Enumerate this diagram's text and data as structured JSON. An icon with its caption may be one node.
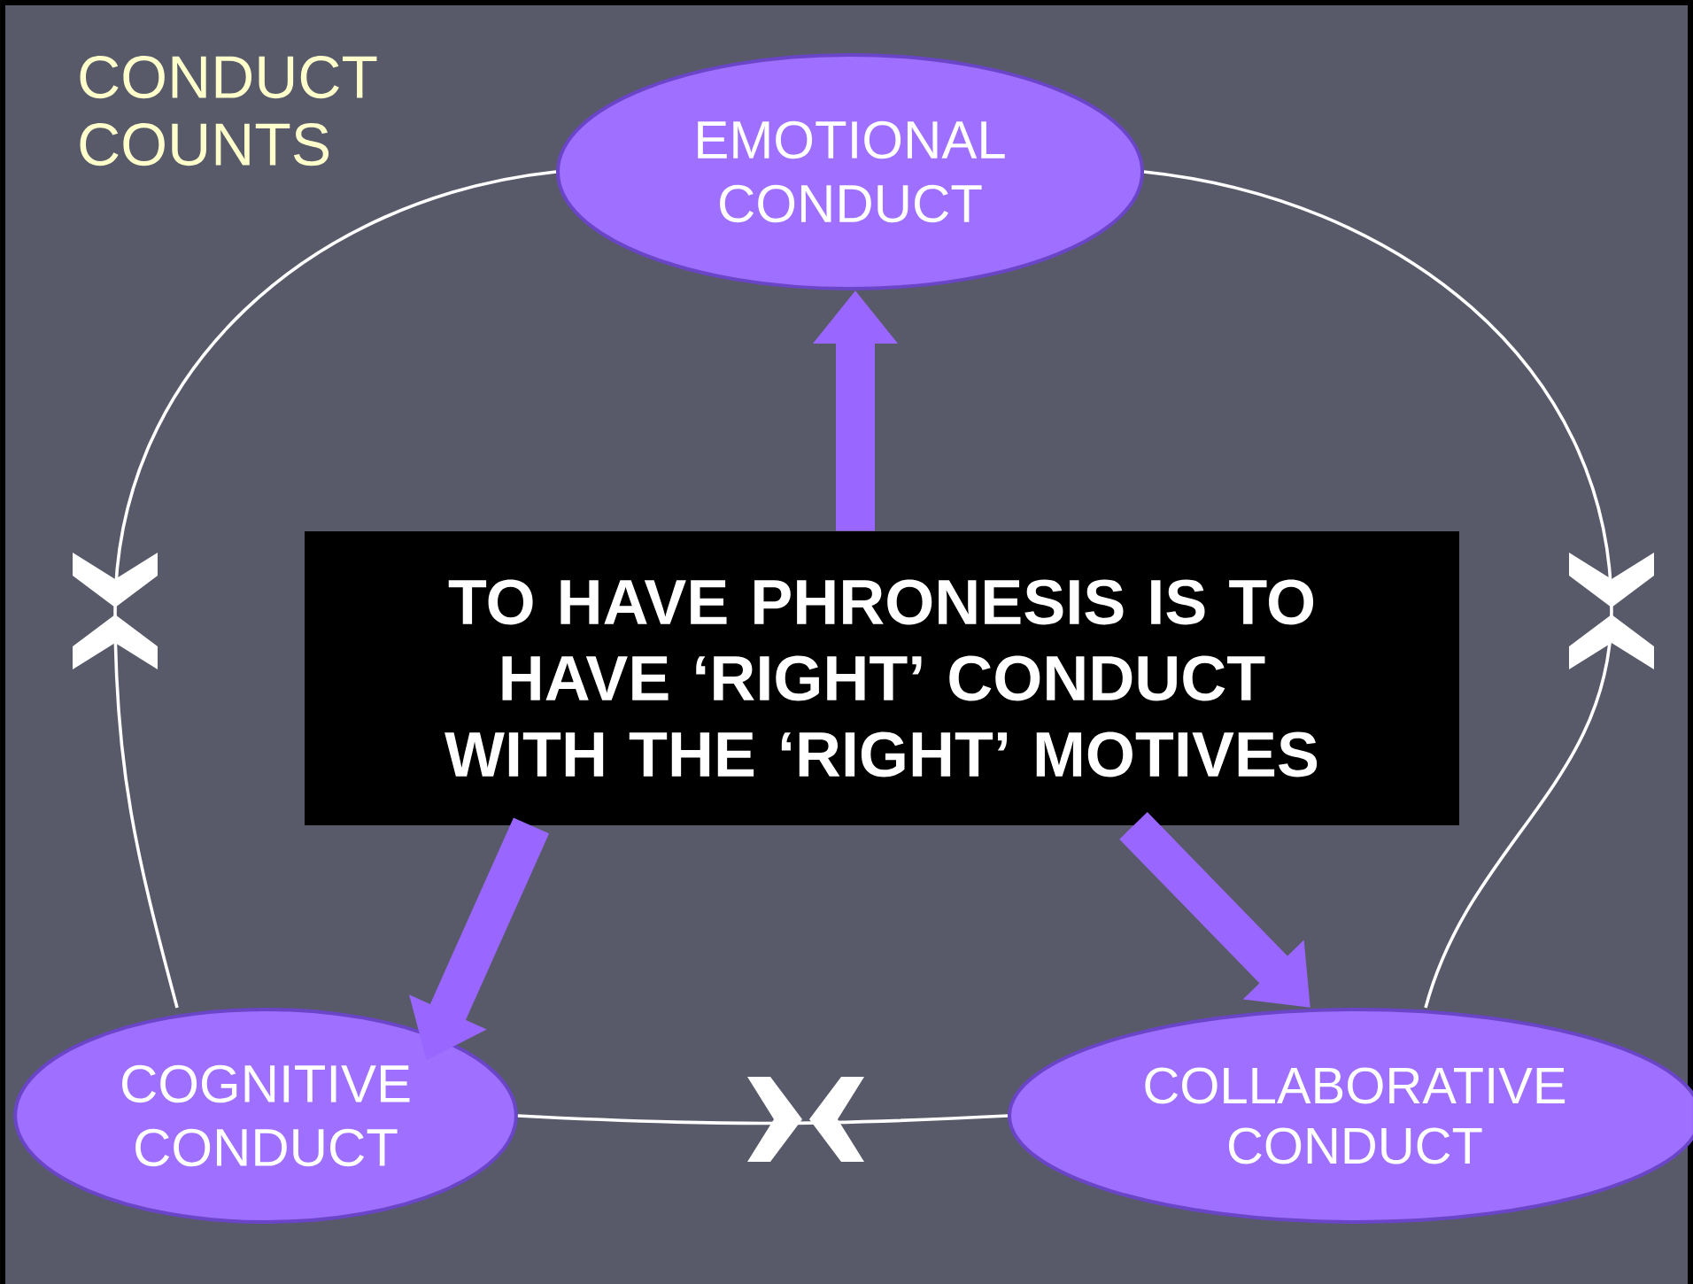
{
  "diagram": {
    "title": "CONDUCT COUNTS",
    "nodes": [
      {
        "text": [
          "EMOTIONAL CONDUCT"
        ]
      },
      {
        "text": [
          "COGNITIVE CONDUCT"
        ]
      },
      {
        "text": [
          "COLLABORATIVE CONDUCT"
        ]
      },
      {
        "text": [
          "TO HAVE PHRONESIS IS TO HAVE ‘RIGHT’ CONDUCT WITH THE ‘RIGHT’ MOTIVES"
        ]
      }
    ],
    "edges": [
      {
        "from": 0,
        "to": 1,
        "arrow": "none"
      },
      {
        "from": 0,
        "to": 2,
        "arrow": "none"
      },
      {
        "from": 1,
        "to": 2,
        "arrow": "none"
      },
      {
        "from": 3,
        "to": 0,
        "arrow": "to",
        "style": "thick",
        "color": "#9966ff"
      },
      {
        "from": 3,
        "to": 1,
        "arrow": "to",
        "style": "thick",
        "color": "#9966ff"
      },
      {
        "from": 3,
        "to": 2,
        "arrow": "to",
        "style": "thick",
        "color": "#9966ff"
      }
    ]
  }
}
